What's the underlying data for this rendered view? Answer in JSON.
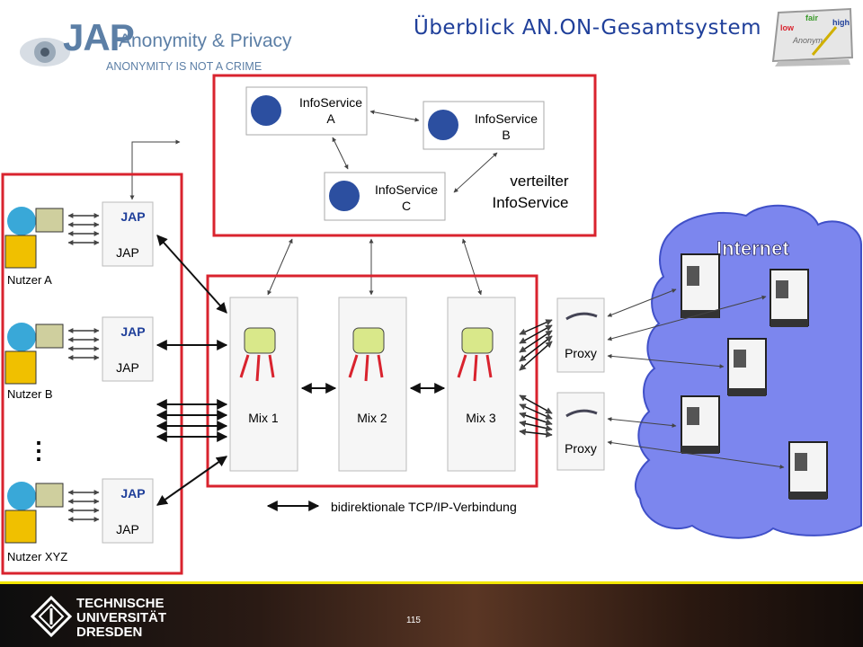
{
  "header": {
    "title": "Überblick AN.ON-Gesamtsystem",
    "logo_main": "JAP",
    "logo_sub": "Anonymity & Privacy",
    "logo_motto": "ANONYMITY IS NOT A CRIME",
    "speed_low": "low",
    "speed_fair": "fair",
    "speed_high": "high",
    "speed_brand": "Anonym"
  },
  "infoservices": {
    "a": [
      "InfoService",
      "A"
    ],
    "b": [
      "InfoService",
      "B"
    ],
    "c": [
      "InfoService",
      "C"
    ],
    "caption_line1": "verteilter",
    "caption_line2": "InfoService"
  },
  "users": [
    {
      "name": "Nutzer A",
      "client": "JAP",
      "client_logo": "JAP"
    },
    {
      "name": "Nutzer B",
      "client": "JAP",
      "client_logo": "JAP"
    },
    {
      "name": "Nutzer XYZ",
      "client": "JAP",
      "client_logo": "JAP"
    }
  ],
  "ellipsis": "⋮",
  "mixes": [
    "Mix 1",
    "Mix 2",
    "Mix 3"
  ],
  "proxies": [
    "Proxy",
    "Proxy"
  ],
  "internet_label": "Internet",
  "legend": "bidirektionale TCP/IP-Verbindung",
  "footer": {
    "university": "TECHNISCHE\nUNIVERSITÄT\nDRESDEN",
    "page": "115"
  },
  "colors": {
    "frame_red": "#d9232e",
    "title_blue": "#1f3f9a",
    "footer_yellow": "#f2e600",
    "cloud_blue": "#6a78e8"
  }
}
